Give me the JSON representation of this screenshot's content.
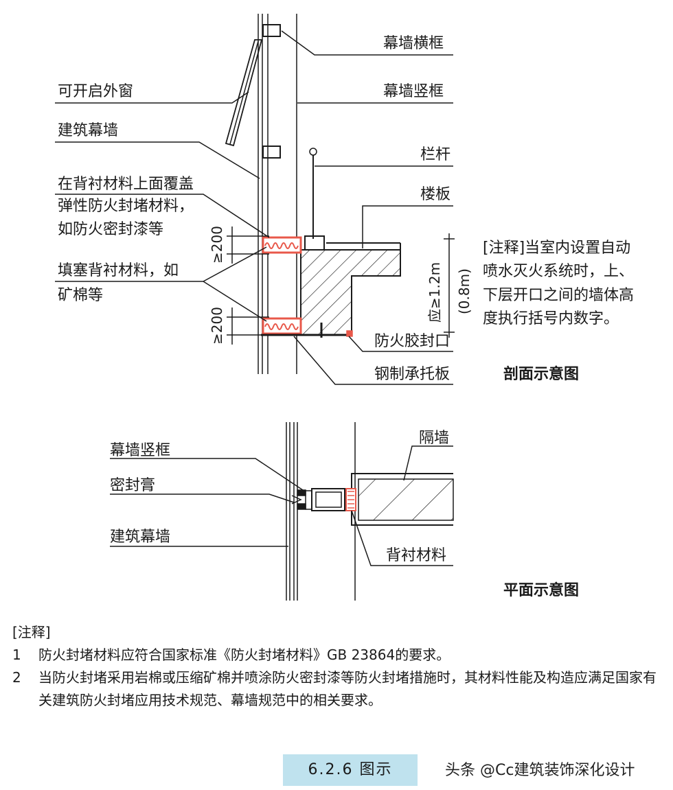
{
  "section": {
    "labels": {
      "curtain_transom": "幕墙横框",
      "curtain_mullion": "幕墙竖框",
      "openable_window": "可开启外窗",
      "building_curtain_wall": "建筑幕墙",
      "cover_line1": "在背衬材料上面覆盖",
      "cover_line2": "弹性防火封堵材料，",
      "cover_line3": "如防火密封漆等",
      "fill_line1": "填塞背衬材料，如",
      "fill_line2": "矿棉等",
      "railing": "栏杆",
      "floor_slab": "楼板",
      "fire_sealant": "防火胶封口",
      "steel_plate": "钢制承托板",
      "dim_200_top": "≥200",
      "dim_200_bottom": "≥200",
      "dim_height": "应≥1.2m",
      "dim_height_alt": "(0.8m)"
    },
    "note_lines": [
      "[注释]当室内设置自动",
      "喷水灭火系统时，上、",
      "下层开口之间的墙体高",
      "度执行括号内数字。"
    ],
    "title": "剖面示意图"
  },
  "plan": {
    "labels": {
      "curtain_mullion": "幕墙竖框",
      "sealant": "密封膏",
      "building_curtain_wall": "建筑幕墙",
      "partition": "隔墙",
      "backing_material": "背衬材料"
    },
    "title": "平面示意图"
  },
  "notes": {
    "heading": "[注释]",
    "items": [
      {
        "num": "1",
        "text": "防火封堵材料应符合国家标准《防火封堵材料》GB 23864的要求。"
      },
      {
        "num": "2",
        "text": "当防火封堵采用岩棉或压缩矿棉并喷涂防火密封漆等防火封堵措施时，其材料性能及构造应满足国家有关建筑防火封堵应用技术规范、幕墙规范中的相关要求。"
      }
    ]
  },
  "figure_label": "6.2.6 图示",
  "watermark": "头条 @Cc建筑装饰深化设计",
  "colors": {
    "line": "#1a1a1a",
    "fire_material": "#e8584a",
    "badge": "#bfe2ee"
  }
}
